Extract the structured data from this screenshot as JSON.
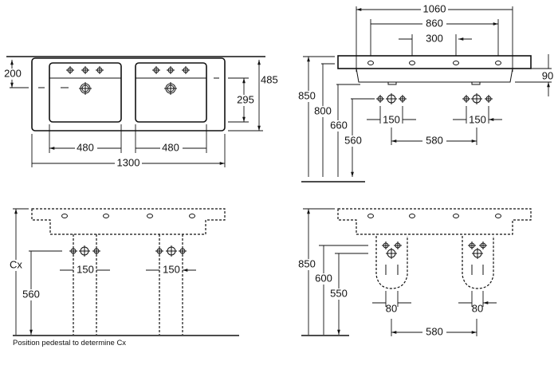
{
  "top_view": {
    "width_total": "1300",
    "bowl_left": "480",
    "bowl_right": "480",
    "depth_total": "485",
    "drain_offset": "295",
    "tap_offset": "200"
  },
  "front_view": {
    "hole_outer": "1060",
    "hole_inner": "860",
    "hole_mid": "300",
    "thickness": "90",
    "height_top": "850",
    "height_rim": "800",
    "height_bottom": "660",
    "height_taps": "560",
    "tap_spacing_left": "150",
    "tap_spacing_right": "150",
    "tap_centers": "580"
  },
  "pedestal_view_cx": {
    "height_cx": "Cx",
    "height_taps": "560",
    "tap_spacing_left": "150",
    "tap_spacing_right": "150",
    "caption": "Position pedestal to determine Cx"
  },
  "pedestal_view_fixed": {
    "height_top": "850",
    "height_upper": "600",
    "height_lower": "550",
    "width_left": "80",
    "width_right": "80",
    "pedestal_centers": "580"
  }
}
